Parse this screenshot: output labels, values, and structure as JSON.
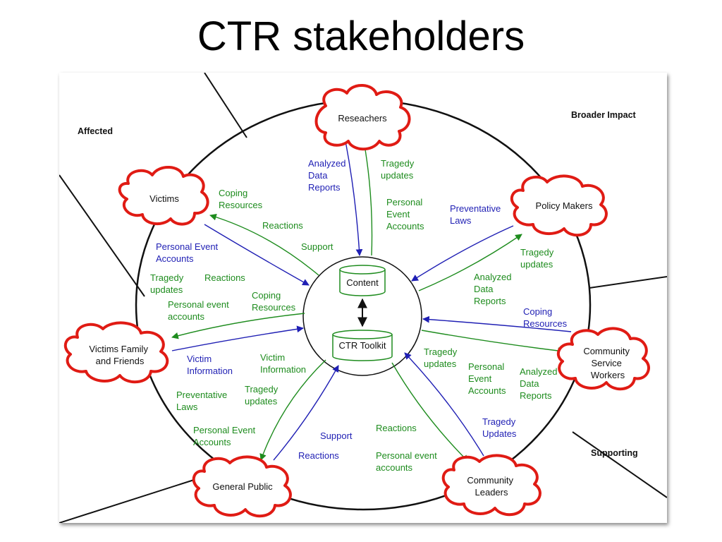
{
  "title": "CTR stakeholders",
  "regions": {
    "affected": "Affected",
    "broader_impact": "Broader Impact",
    "supporting": "Supporting"
  },
  "center": {
    "content": "Content",
    "toolkit": "CTR Toolkit"
  },
  "stakeholders": {
    "researchers": "Reseachers",
    "victims": "Victims",
    "policy_makers": "Policy Makers",
    "family": [
      "Victims Family",
      "and Friends"
    ],
    "community_service": [
      "Community",
      "Service",
      "Workers"
    ],
    "general_public": "General Public",
    "community_leaders": [
      "Community",
      "Leaders"
    ]
  },
  "flows": {
    "researchers_in": [
      "Analyzed",
      "Data",
      "Reports"
    ],
    "researchers_out_1": [
      "Tragedy",
      "updates"
    ],
    "researchers_out_2": [
      "Personal",
      "Event",
      "Accounts"
    ],
    "victims_out_1": [
      "Coping",
      "Resources"
    ],
    "victims_out_2": "Reactions",
    "victims_out_3": "Support",
    "victims_in": [
      "Personal Event",
      "Accounts"
    ],
    "policy_in": [
      "Preventative",
      "Laws"
    ],
    "policy_out_1": [
      "Tragedy",
      "updates"
    ],
    "policy_out_2": [
      "Analyzed",
      "Data",
      "Reports"
    ],
    "family_out_1": [
      "Tragedy",
      "updates"
    ],
    "family_out_2": "Reactions",
    "family_out_3": [
      "Personal event",
      "accounts"
    ],
    "family_out_4": [
      "Coping",
      "Resources"
    ],
    "family_in_1": [
      "Victim",
      "Information"
    ],
    "family_in_2": [
      "Victim",
      "Information"
    ],
    "community_service_in": [
      "Coping",
      "Resources"
    ],
    "community_service_out_1": [
      "Tragedy",
      "updates"
    ],
    "community_service_out_2": [
      "Personal",
      "Event",
      "Accounts"
    ],
    "community_service_out_3": [
      "Analyzed",
      "Data",
      "Reports"
    ],
    "public_out_1": [
      "Preventative",
      "Laws"
    ],
    "public_out_2": [
      "Tragedy",
      "updates"
    ],
    "public_out_3": [
      "Personal Event",
      "Accounts"
    ],
    "public_in_1": "Support",
    "public_in_2": "Reactions",
    "leaders_out_1": "Reactions",
    "leaders_out_2": [
      "Personal event",
      "accounts"
    ],
    "leaders_in": [
      "Tragedy",
      "Updates"
    ]
  },
  "colors": {
    "incoming": "#1f1fb4",
    "outgoing": "#1e8c1e",
    "cloud_outline": "#e01b14"
  }
}
